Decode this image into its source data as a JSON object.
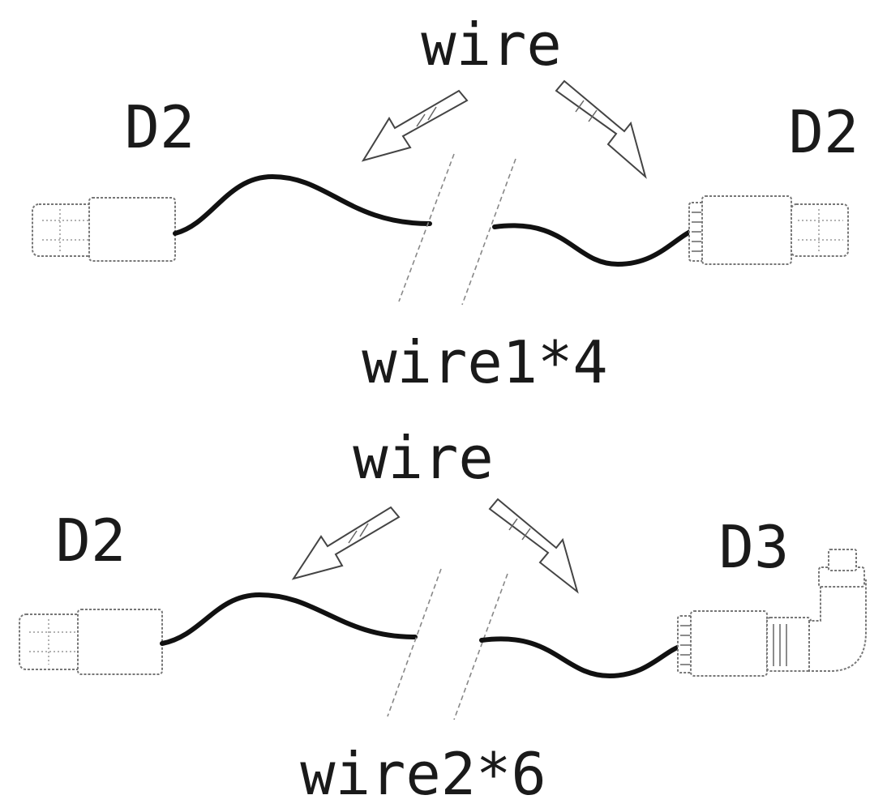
{
  "diagrams": [
    {
      "pointer_label": "wire",
      "left_connector": "D2",
      "right_connector": "D2",
      "caption": "wire1*4"
    },
    {
      "pointer_label": "wire",
      "left_connector": "D2",
      "right_connector": "D3",
      "caption": "wire2*6"
    }
  ]
}
